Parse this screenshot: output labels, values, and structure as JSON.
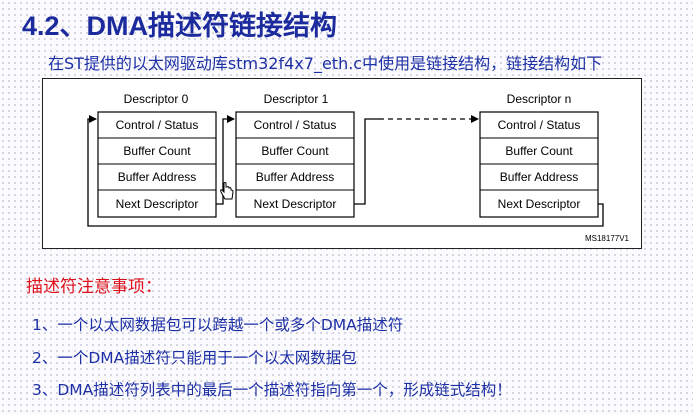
{
  "slide": {
    "title": "4.2、DMA描述符链接结构",
    "subtitle": "在ST提供的以太网驱动库stm32f4x7_eth.c中使用是链接结构，链接结构如下"
  },
  "diagram": {
    "descriptors": [
      {
        "header": "Descriptor 0",
        "fields": [
          "Control / Status",
          "Buffer Count",
          "Buffer Address",
          "Next Descriptor"
        ]
      },
      {
        "header": "Descriptor 1",
        "fields": [
          "Control / Status",
          "Buffer Count",
          "Buffer Address",
          "Next Descriptor"
        ]
      },
      {
        "header": "Descriptor n",
        "fields": [
          "Control / Status",
          "Buffer Count",
          "Buffer Address",
          "Next Descriptor"
        ]
      }
    ],
    "figure_id": "MS18177V1"
  },
  "notes": {
    "heading": "描述符注意事项：",
    "items": [
      "1、一个以太网数据包可以跨越一个或多个DMA描述符",
      "2、一个DMA描述符只能用于一个以太网数据包",
      "3、DMA描述符列表中的最后一个描述符指向第一个，形成链式结构！"
    ]
  },
  "colors": {
    "title": "#1b2a9c",
    "body_text": "#1d2fa5",
    "notes_heading": "#e0101a"
  }
}
